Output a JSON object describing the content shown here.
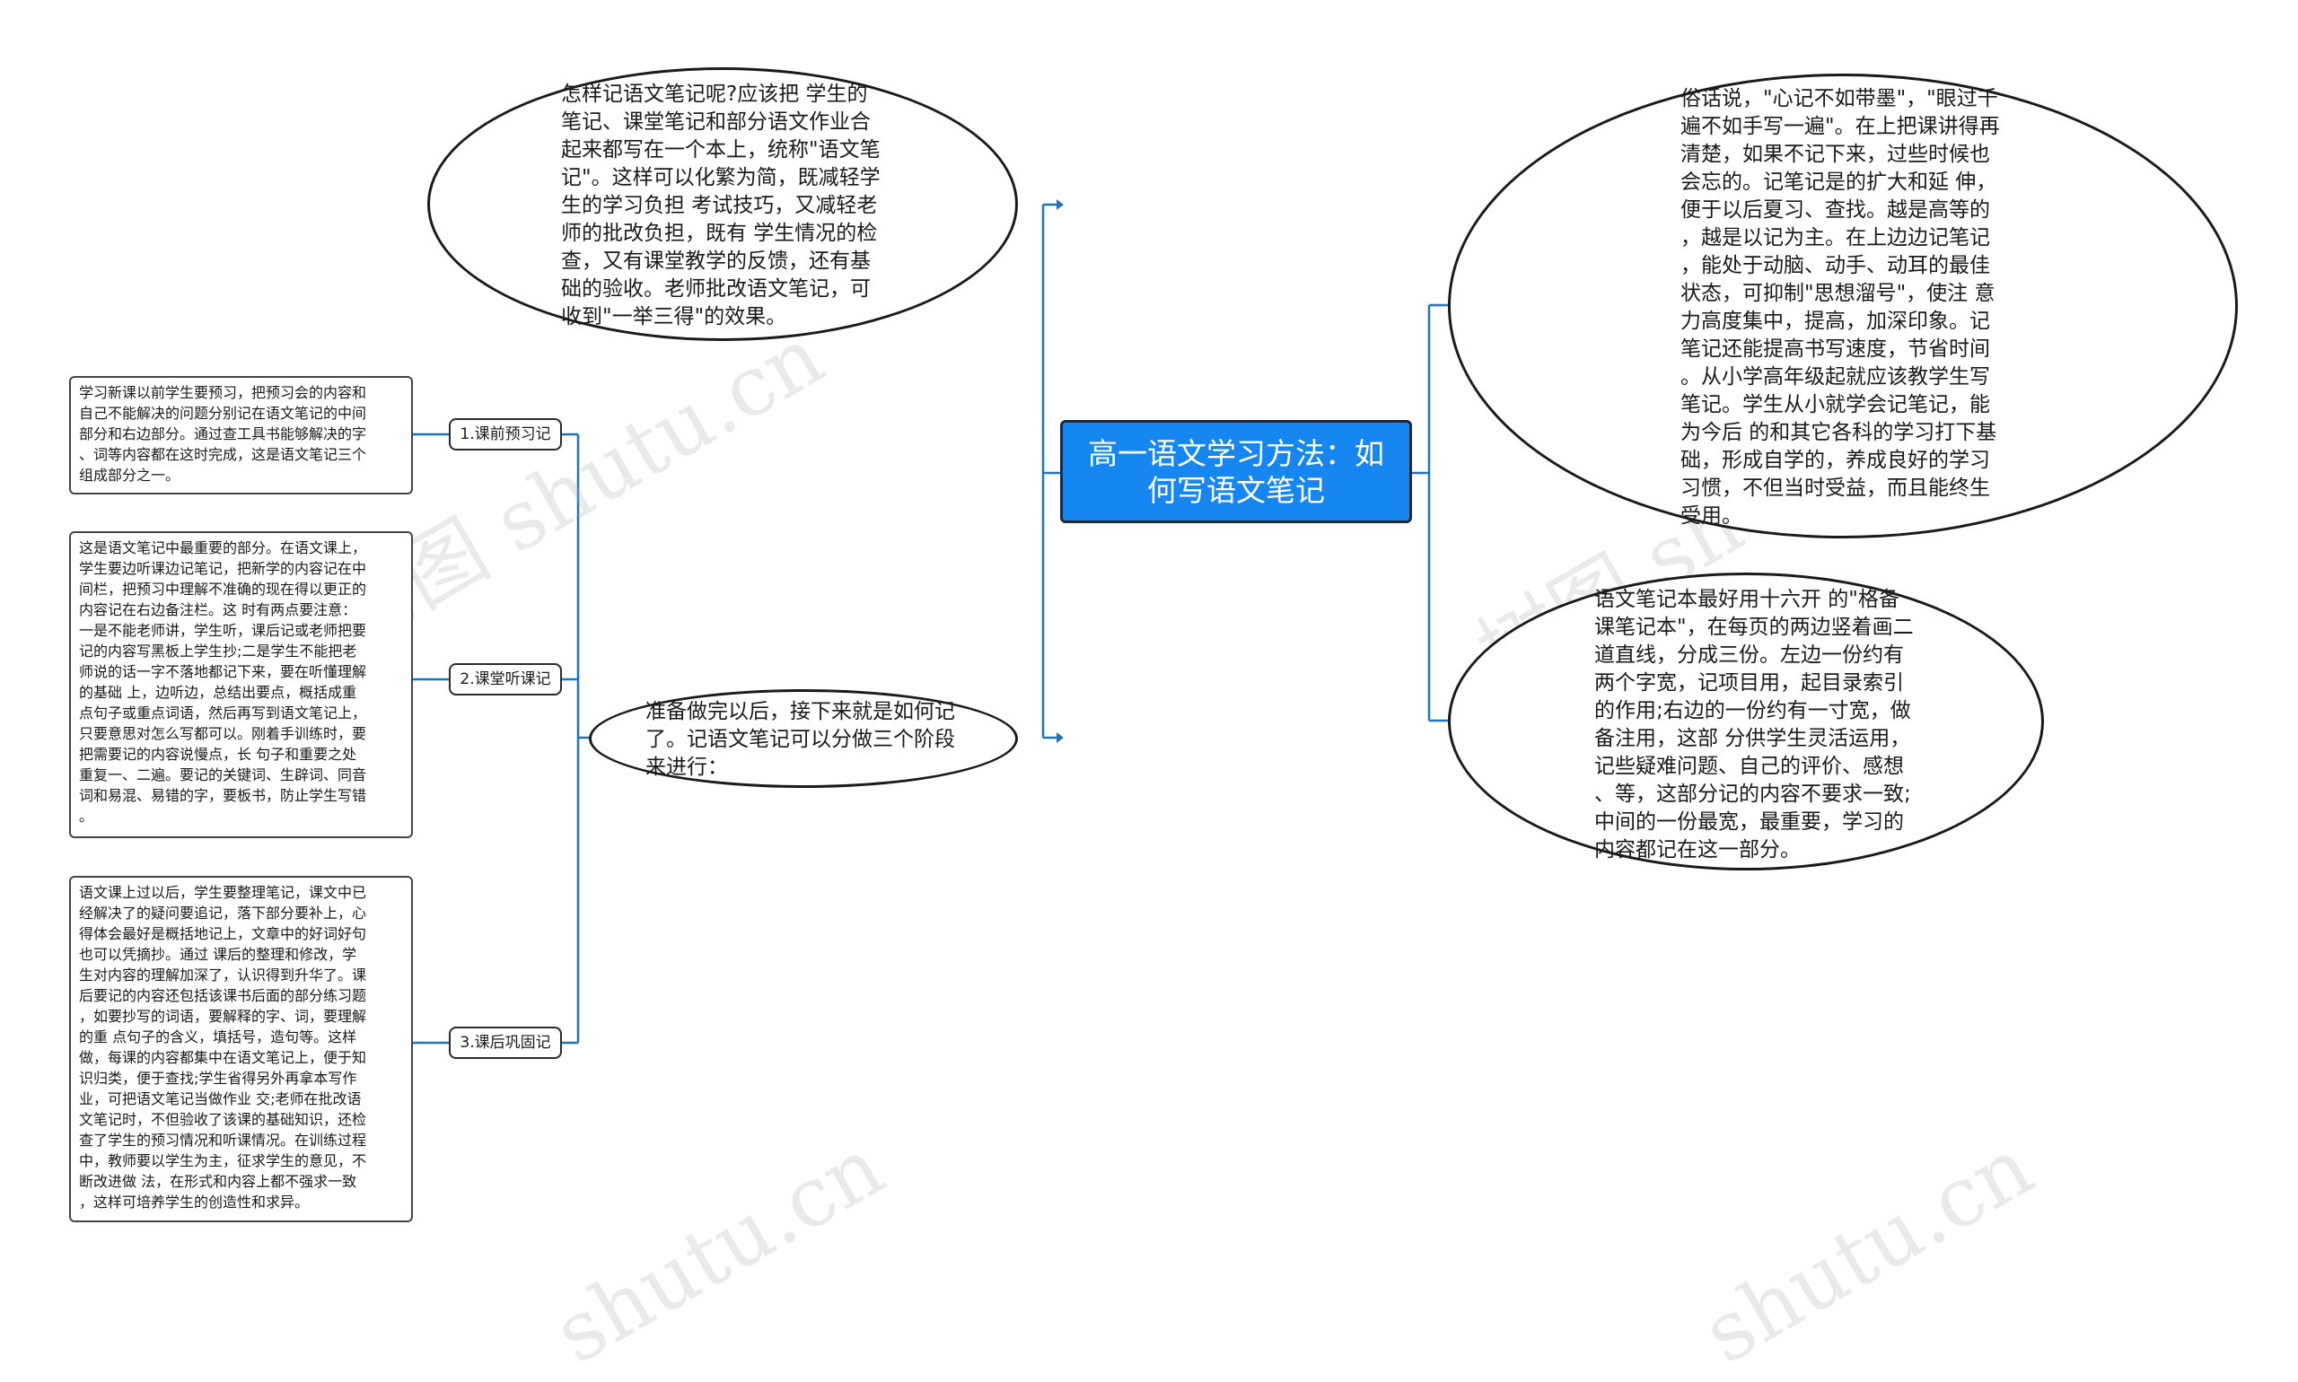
{
  "root": {
    "title": "高一语文学习方法：如何写语文笔记"
  },
  "left": {
    "top_ellipse": "怎样记语文笔记呢?应该把 学生的\n笔记、课堂笔记和部分语文作业合\n起来都写在一个本上，统称\"语文笔\n记\"。这样可以化繁为简，既减轻学\n生的学习负担 考试技巧，又减轻老\n师的批改负担，既有 学生情况的检\n查，又有课堂教学的反馈，还有基\n础的验收。老师批改语文笔记，可\n收到\"一举三得\"的效果。",
    "stage_ellipse": "准备做完以后，接下来就是如何记\n了。记语文笔记可以分做三个阶段\n来进行：",
    "stages": [
      {
        "label": "1.课前预习记",
        "text": "学习新课以前学生要预习，把预习会的内容和\n自己不能解决的问题分别记在语文笔记的中间\n部分和右边部分。通过查工具书能够解决的字\n、词等内容都在这时完成，这是语文笔记三个\n组成部分之一。"
      },
      {
        "label": "2.课堂听课记",
        "text": "这是语文笔记中最重要的部分。在语文课上，\n学生要边听课边记笔记，把新学的内容记在中\n间栏，把预习中理解不准确的现在得以更正的\n内容记在右边备注栏。这 时有两点要注意：\n一是不能老师讲，学生听，课后记或老师把要\n记的内容写黑板上学生抄;二是学生不能把老\n师说的话一字不落地都记下来，要在听懂理解\n的基础 上，边听边，总结出要点，概括成重\n点句子或重点词语，然后再写到语文笔记上，\n只要意思对怎么写都可以。刚着手训练时，要\n把需要记的内容说慢点，长 句子和重要之处\n重复一、二遍。要记的关键词、生辟词、同音\n词和易混、易错的字，要板书，防止学生写错\n。"
      },
      {
        "label": "3.课后巩固记",
        "text": "语文课上过以后，学生要整理笔记，课文中已\n经解决了的疑问要追记，落下部分要补上，心\n得体会最好是概括地记上，文章中的好词好句\n也可以凭摘抄。通过 课后的整理和修改，学\n生对内容的理解加深了，认识得到升华了。课\n后要记的内容还包括该课书后面的部分练习题\n，如要抄写的词语，要解释的字、词，要理解\n的重 点句子的含义，填括号，造句等。这样\n做，每课的内容都集中在语文笔记上，便于知\n识归类，便于查找;学生省得另外再拿本写作\n业，可把语文笔记当做作业 交;老师在批改语\n文笔记时，不但验收了该课的基础知识，还检\n查了学生的预习情况和听课情况。在训练过程\n中，教师要以学生为主，征求学生的意见，不\n断改进做 法，在形式和内容上都不强求一致\n，这样可培养学生的创造性和求异。"
      }
    ]
  },
  "right": {
    "top_ellipse": "俗话说，\"心记不如带墨\"，\"眼过千\n遍不如手写一遍\"。在上把课讲得再\n清楚，如果不记下来，过些时候也\n会忘的。记笔记是的扩大和延 伸，\n便于以后夏习、查找。越是高等的\n，越是以记为主。在上边边记笔记\n，能处于动脑、动手、动耳的最佳\n状态，可抑制\"思想溜号\"，使注 意\n力高度集中，提高，加深印象。记\n笔记还能提高书写速度，节省时间\n。从小学高年级起就应该教学生写\n笔记。学生从小就学会记笔记，能\n为今后 的和其它各科的学习打下基\n础，形成自学的，养成良好的学习\n习惯，不但当时受益，而且能终生\n受用。",
    "bottom_ellipse": "语文笔记本最好用十六开 的\"格备\n课笔记本\"，在每页的两边竖着画二\n道直线，分成三份。左边一份约有\n两个字宽，记项目用，起目录索引\n的作用;右边的一份约有一寸宽，做\n备注用，这部 分供学生灵活运用，\n记些疑难问题、自己的评价、感想\n、等，这部分记的内容不要求一致;\n中间的一份最宽，最重要，学习的\n内容都记在这一部分。"
  },
  "watermarks": [
    "树图 shutu.cn",
    "树图 shutu.cn",
    "shutu.cn",
    "shutu.cn"
  ],
  "colors": {
    "root_fill": "#1686f0",
    "connector": "#1e73c8"
  }
}
